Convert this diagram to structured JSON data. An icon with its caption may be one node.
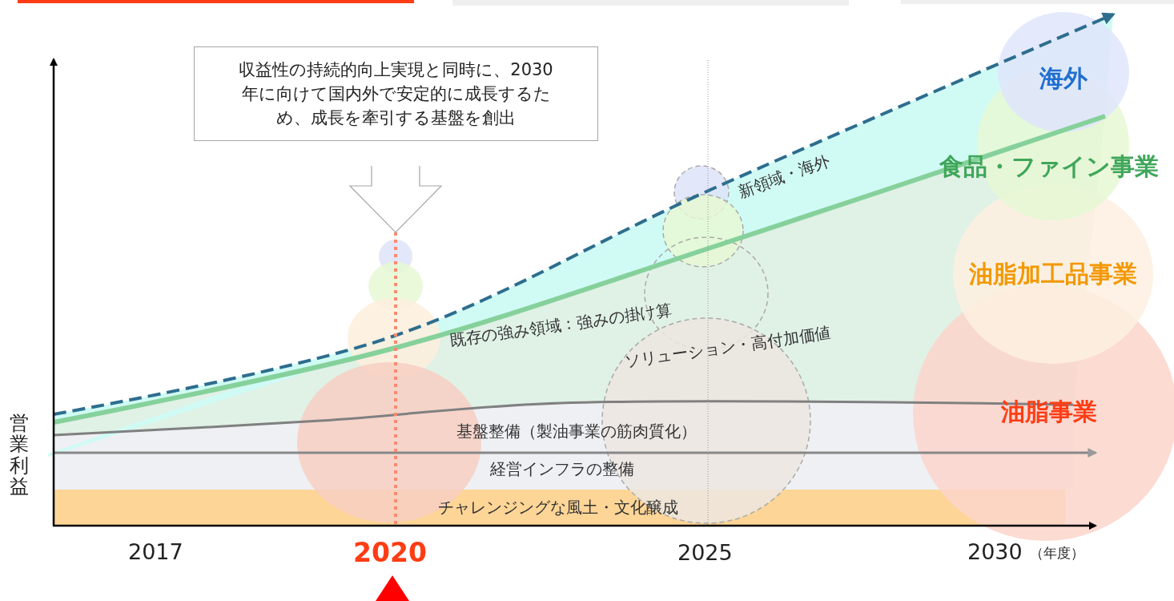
{
  "diagram": {
    "nodes": [
      {
        "text": [
          "収益性の持続的向上実現と同時に、2030年に向けて国内外で安定的に成長するため、成長を牽引する基盤を創出"
        ]
      },
      {
        "text": [
          "海外"
        ]
      },
      {
        "text": [
          "食品・ファイン事業"
        ]
      },
      {
        "text": [
          "油脂加工品事業"
        ]
      },
      {
        "text": [
          "油脂事業"
        ]
      }
    ],
    "labels": [
      "新領域・海外",
      "既存の強み領域：強みの掛け算",
      "ソリューション・高付加価値",
      "基盤整備（製油事業の筋肉質化）",
      "経営インフラの整備",
      "チャレンジングな風土・文化醸成",
      "営業利益",
      "2017",
      "2020",
      "2025",
      "2030",
      "（年度）"
    ]
  }
}
